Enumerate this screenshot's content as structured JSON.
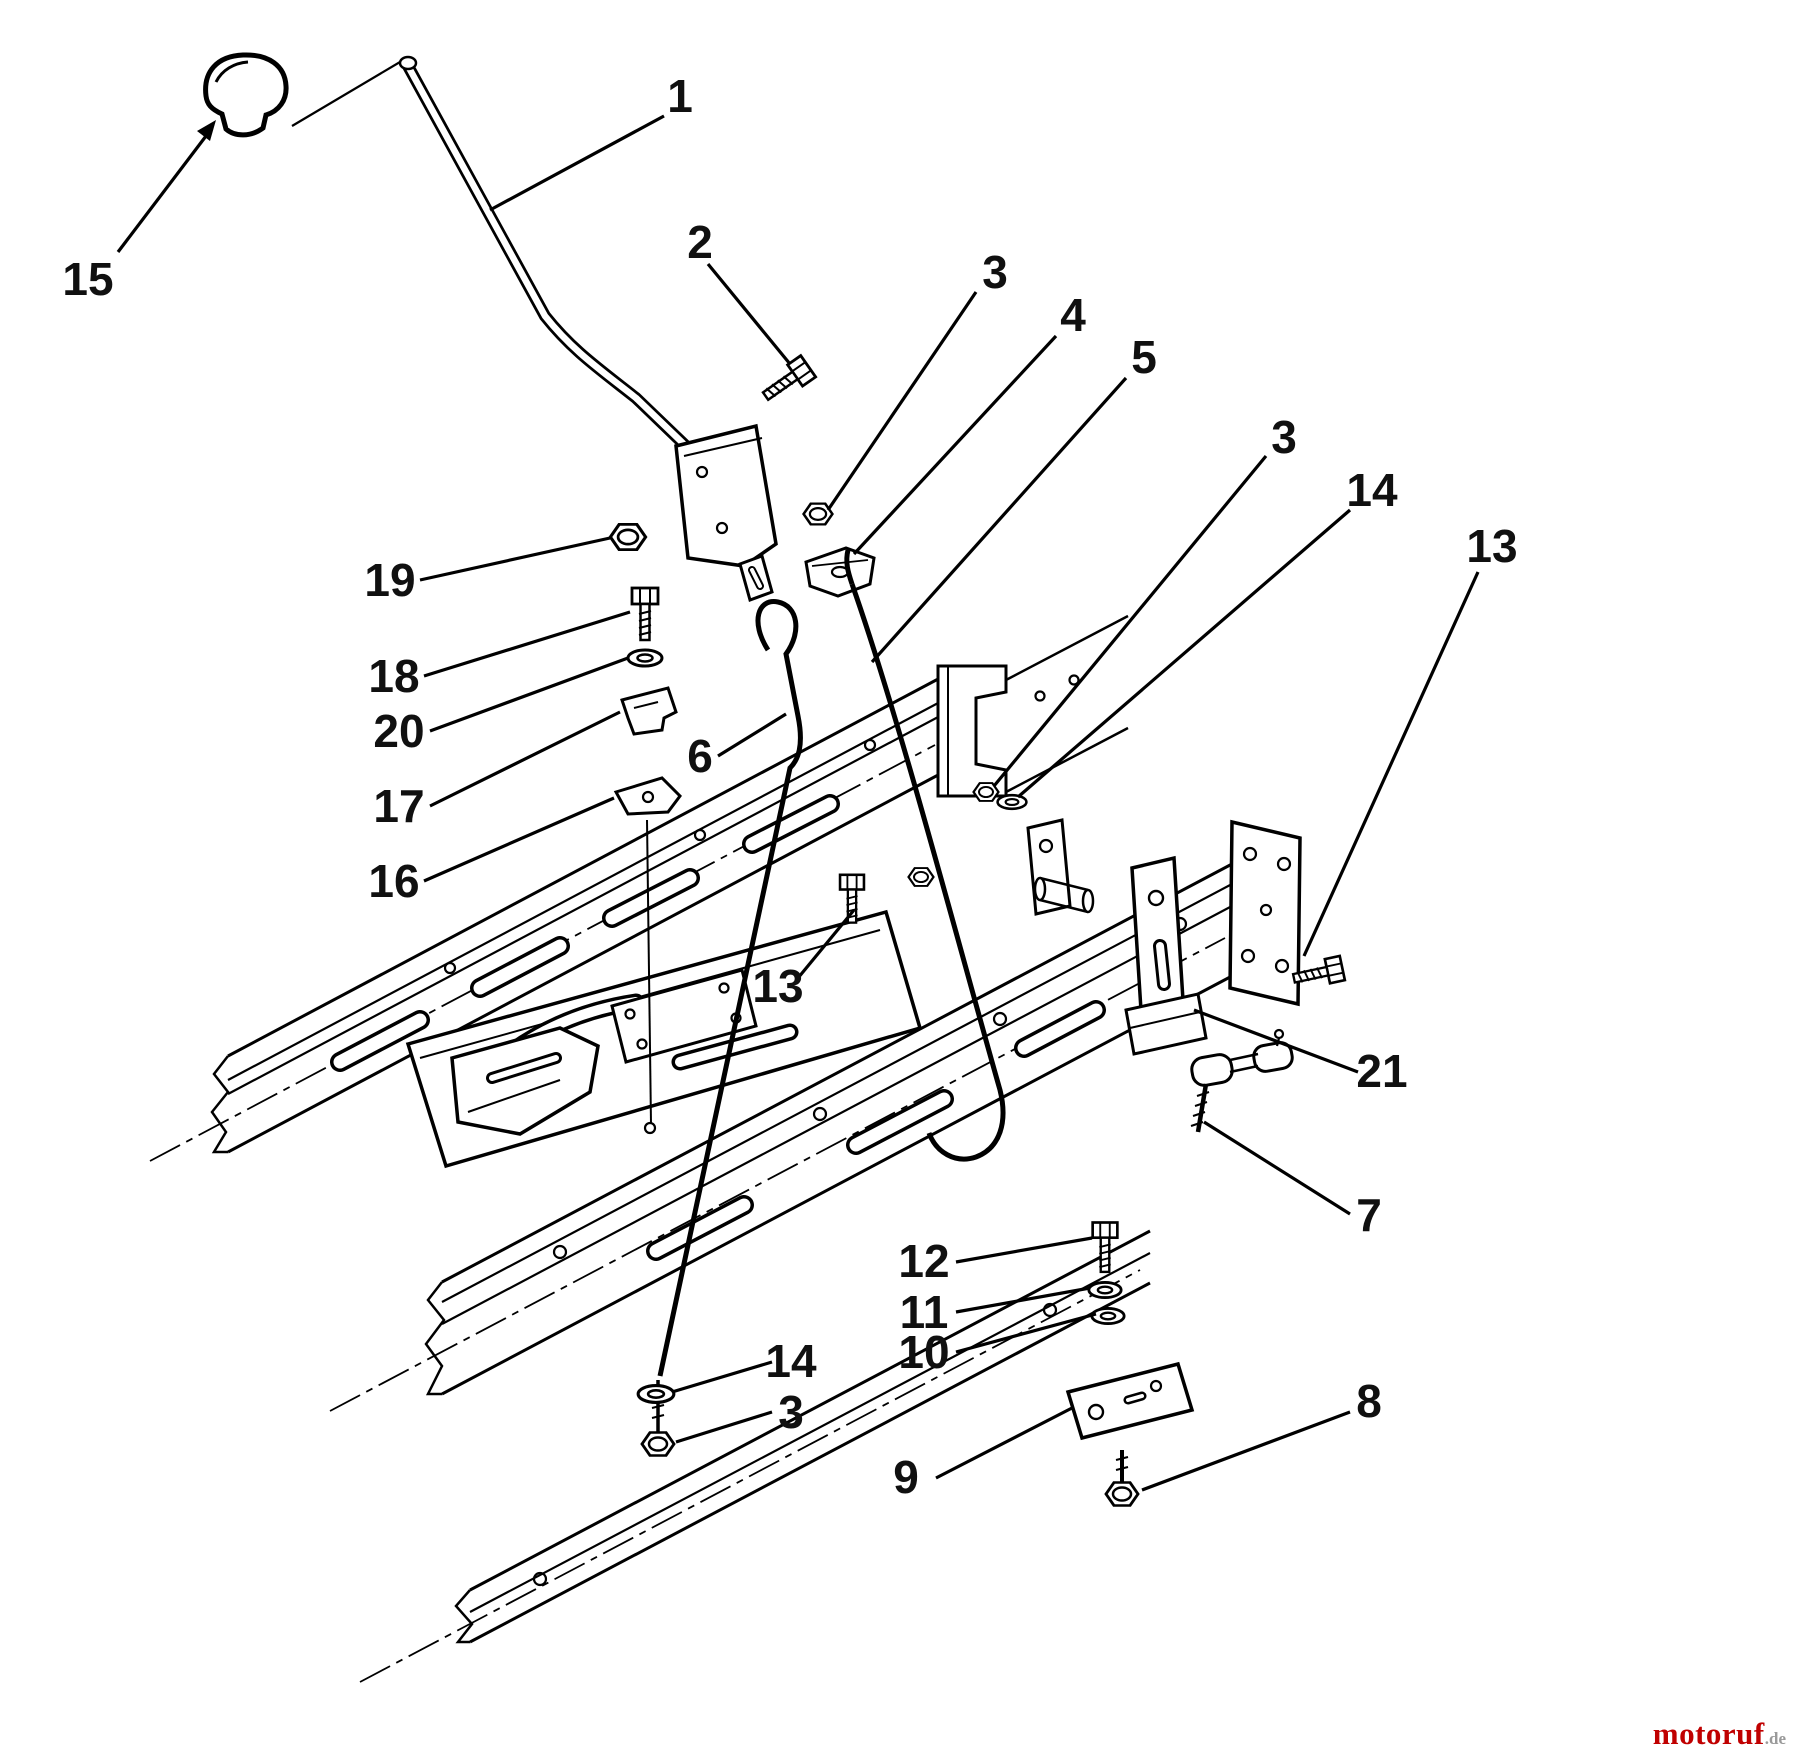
{
  "callouts": [
    {
      "label": "15"
    },
    {
      "label": "1"
    },
    {
      "label": "2"
    },
    {
      "label": "3"
    },
    {
      "label": "4"
    },
    {
      "label": "5"
    },
    {
      "label": "3"
    },
    {
      "label": "14"
    },
    {
      "label": "13"
    },
    {
      "label": "19"
    },
    {
      "label": "18"
    },
    {
      "label": "20"
    },
    {
      "label": "17"
    },
    {
      "label": "16"
    },
    {
      "label": "6"
    },
    {
      "label": "13"
    },
    {
      "label": "21"
    },
    {
      "label": "7"
    },
    {
      "label": "12"
    },
    {
      "label": "11"
    },
    {
      "label": "10"
    },
    {
      "label": "14"
    },
    {
      "label": "3"
    },
    {
      "label": "9"
    },
    {
      "label": "8"
    }
  ],
  "watermark": {
    "brand": "motoruf",
    "tld": ".de"
  }
}
